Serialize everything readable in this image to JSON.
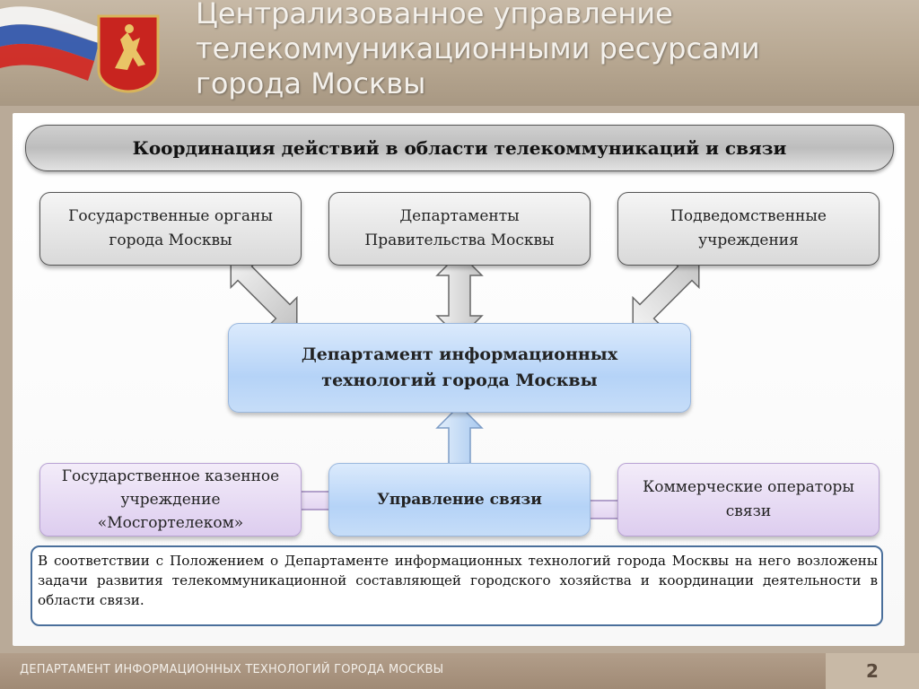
{
  "header": {
    "title_lines": [
      "Централизованное управление",
      "телекоммуникационными ресурсами",
      "города Москвы"
    ]
  },
  "banner": "Координация действий в области телекоммуникаций и связи",
  "top_boxes": {
    "gov_bodies": "Государственные органы города Москвы",
    "departments": "Департаменты Правительства Москвы",
    "subordinate": "Подведомственные учреждения"
  },
  "center_box": "Департамент информационных технологий города Москвы",
  "bottom_boxes": {
    "mosgortelecom": "Государственное казенное учреждение «Мосгортелеком»",
    "comm_admin": "Управление связи",
    "operators": "Коммерческие операторы связи"
  },
  "note": "В соответствии с Положением о Департаменте информационных технологий города Москвы на него возложены задачи развития телекоммуникационной составляющей городского хозяйства и координации деятельности в области связи.",
  "footer": {
    "text": "ДЕПАРТАМЕНТ ИНФОРМАЦИОННЫХ ТЕХНОЛОГИЙ ГОРОДА МОСКВЫ",
    "page_number": "2"
  },
  "icons": {
    "flag": "russian-flag-icon",
    "emblem": "moscow-coat-of-arms-icon"
  },
  "colors": {
    "header_bg": "#b6a690",
    "grey_box": "#d9d9d9",
    "blue_box": "#b5d3f7",
    "purple_box": "#ddcdef",
    "note_border": "#4a6f9b"
  }
}
